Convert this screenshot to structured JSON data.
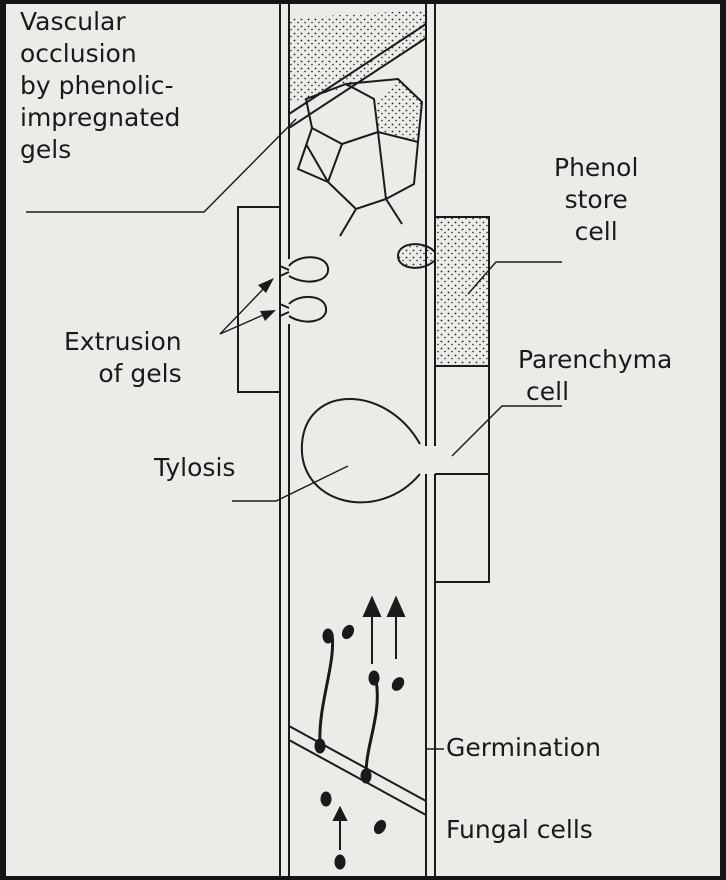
{
  "labels": {
    "vascular_occlusion": [
      "Vascular",
      "occlusion",
      "by phenolic-",
      "impregnated",
      "gels"
    ],
    "phenol_store": [
      "Phenol",
      "store",
      "cell"
    ],
    "extrusion": [
      "Extrusion",
      "of gels"
    ],
    "parenchyma": [
      "Parenchyma",
      "cell"
    ],
    "tylosis": "Tylosis",
    "germination": "Germination",
    "fungal_cells": "Fungal cells"
  },
  "colors": {
    "background": "#ecebe8",
    "frame": "#141414",
    "ink": "#1a1a1a"
  }
}
